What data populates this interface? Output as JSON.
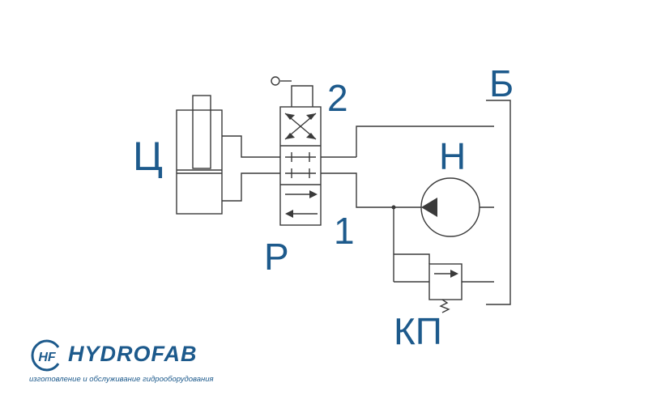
{
  "labels": {
    "cylinder": "Ц",
    "valve": "Р",
    "port_2": "2",
    "port_1": "1",
    "tank": "Б",
    "pump": "Н",
    "relief_valve": "КП"
  },
  "logo": {
    "badge": "HF",
    "word": "HYDROFAB",
    "tagline": "изготовление и обслуживание гидрооборудования"
  },
  "colors": {
    "label": "#1d5a8c",
    "line": "#3a3a3a"
  }
}
